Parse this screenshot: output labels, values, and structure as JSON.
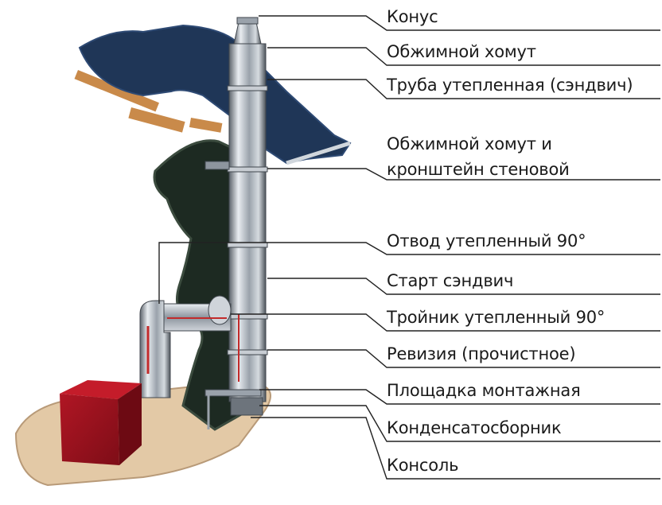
{
  "labels": [
    {
      "text": "Конус"
    },
    {
      "text": "Обжимной хомут"
    },
    {
      "text": "Труба утепленная (сэндвич)"
    },
    {
      "text": "Обжимной хомут и"
    },
    {
      "text": "кронштейн стеновой"
    },
    {
      "text": "Отвод утепленный 90°"
    },
    {
      "text": "Старт сэндвич"
    },
    {
      "text": "Тройник утепленный 90°"
    },
    {
      "text": "Ревизия (прочистное)"
    },
    {
      "text": "Площадка монтажная"
    },
    {
      "text": "Конденсатосборник"
    },
    {
      "text": "Консоль"
    }
  ],
  "colors": {
    "roof": "#1f3657",
    "wood": "#c98a4a",
    "wall": "#1d2a22",
    "wall_edge": "#3b4b3e",
    "floor": "#e3c9a6",
    "box": "#a3121f",
    "pipe": "#b8bec6",
    "leader": "#222222"
  }
}
